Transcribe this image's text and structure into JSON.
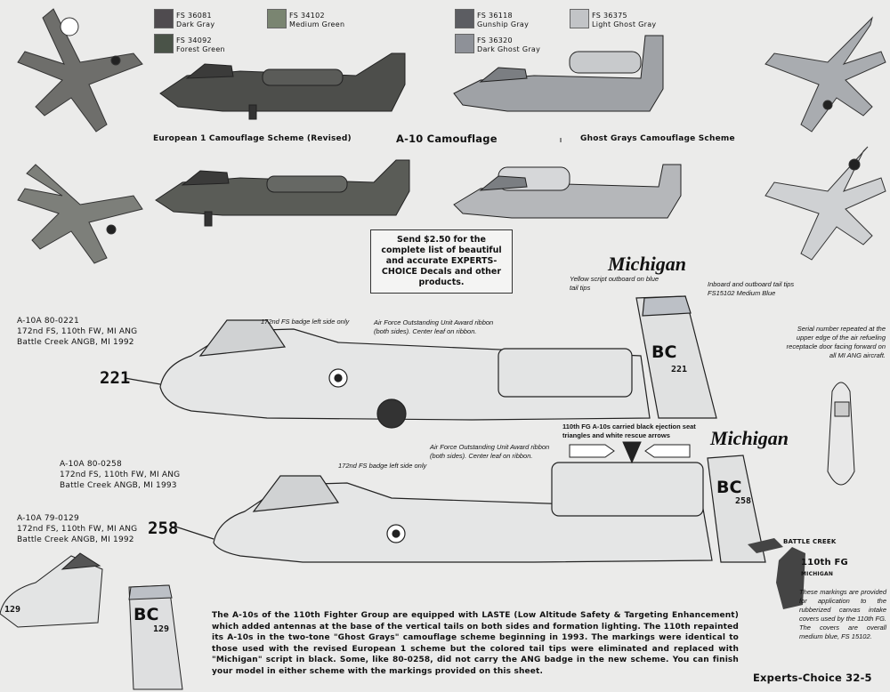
{
  "swatches": [
    {
      "code": "FS 36081",
      "name": "Dark Gray",
      "color": "#4f4b4f"
    },
    {
      "code": "FS 34092",
      "name": "Forest Green",
      "color": "#4a5348"
    },
    {
      "code": "FS 34102",
      "name": "Medium Green",
      "color": "#7a8571"
    },
    {
      "code": "FS 36118",
      "name": "Gunship Gray",
      "color": "#5c5d62"
    },
    {
      "code": "FS 36320",
      "name": "Dark Ghost Gray",
      "color": "#8e9198"
    },
    {
      "code": "FS 36375",
      "name": "Light Ghost Gray",
      "color": "#c2c4c7"
    }
  ],
  "scheme_left": "European 1 Camouflage Scheme (Revised)",
  "scheme_center": "A-10 Camouflage",
  "scheme_right": "Ghost Grays Camouflage Scheme",
  "offer_text": "Send $2.50 for the complete list of beautiful and accurate EXPERTS-CHOICE Decals and other products.",
  "michigan": "Michigan",
  "note_yellow": "Yellow script outboard on blue tail tips",
  "note_inboard": "Inboard and outboard tail tips FS15102 Medium Blue",
  "note_serial": "Serial number repeated at the upper edge of the air refueling receptacle door facing forward on all MI ANG aircraft.",
  "note_badge": "172nd FS badge left side only",
  "note_award": "Air Force Outstanding Unit Award ribbon (both sides). Center leaf on ribbon.",
  "note_ejection": "110th FG A-10s carried black ejection seat triangles and white rescue arrows",
  "ac1": [
    "A-10A 80-0221",
    "172nd FS, 110th FW, MI ANG",
    "Battle Creek ANGB, MI 1992"
  ],
  "ac2": [
    "A-10A 80-0258",
    "172nd FS, 110th FW, MI ANG",
    "Battle Creek ANGB, MI 1993"
  ],
  "ac3": [
    "A-10A 79-0129",
    "172nd FS, 110th FW, MI ANG",
    "Battle Creek ANGB, MI 1992"
  ],
  "num1": "221",
  "num2": "258",
  "tail_code": "BC",
  "tail_num1": "221",
  "tail_num2": "258",
  "tail_num3": "129",
  "small129": "129",
  "badge_caption": "110th FG",
  "badge_top": "BATTLE CREEK",
  "badge_bottom": "MICHIGAN",
  "right_text": "These markings are provided for application to the rubberized canvas intake covers used by the 110th FG. The covers are overall medium blue, FS 15102.",
  "body_text": "The A-10s of the 110th Fighter Group are equipped with LASTE (Low Altitude Safety & Targeting Enhancement) which added antennas at the base of the vertical tails on both sides and formation lighting. The 110th repainted its A-10s in the two-tone \"Ghost Grays\" camouflage scheme beginning in 1993. The markings were identical to those used with the revised European 1 scheme but the colored tail tips were eliminated and replaced with \"Michigan\" script in black. Some, like 80-0258, did not carry the ANG badge in the new scheme. You can finish your model in either scheme with the markings provided on this sheet.",
  "footer": "Experts-Choice 32-5"
}
